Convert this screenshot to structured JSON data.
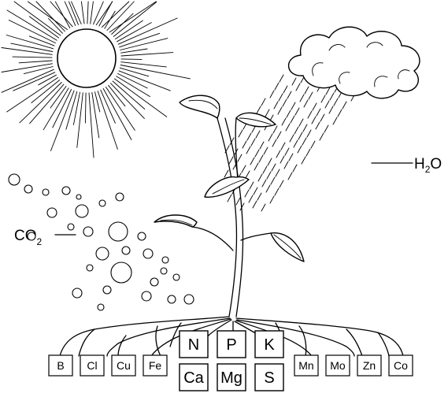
{
  "labels": {
    "water": {
      "main": "H",
      "sub": "2",
      "tail": "O"
    },
    "carbon_dioxide": {
      "main": "CO",
      "sub": "2"
    }
  },
  "nutrients": {
    "small_left": [
      "B",
      "Cl",
      "Cu",
      "Fe"
    ],
    "major_top": [
      "N",
      "P",
      "K"
    ],
    "major_bottom": [
      "Ca",
      "Mg",
      "S"
    ],
    "small_right": [
      "Mn",
      "Mo",
      "Zn",
      "Co"
    ]
  },
  "icons": {
    "sun": "sun-icon",
    "cloud": "cloud-icon",
    "rain": "rain-icon",
    "plant": "plant-icon",
    "roots": "roots-icon",
    "bubbles": "gas-bubbles-icon"
  }
}
